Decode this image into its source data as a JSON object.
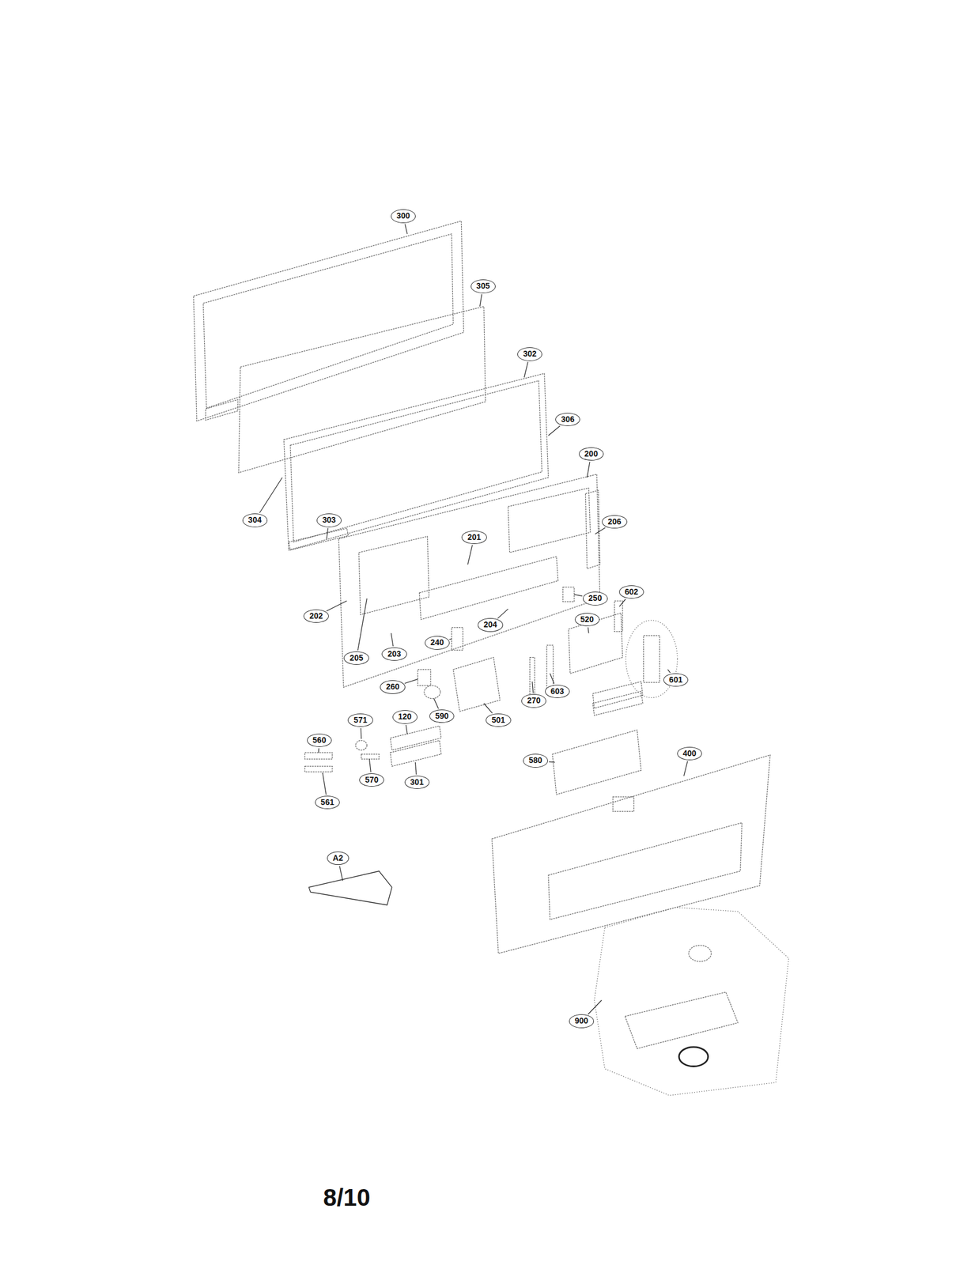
{
  "diagram": {
    "labels": [
      "300",
      "305",
      "302",
      "306",
      "200",
      "304",
      "303",
      "206",
      "201",
      "250",
      "602",
      "202",
      "520",
      "204",
      "240",
      "205",
      "203",
      "601",
      "260",
      "603",
      "270",
      "590",
      "501",
      "571",
      "120",
      "560",
      "580",
      "400",
      "570",
      "301",
      "561",
      "A2",
      "900",
      "8/10"
    ]
  }
}
